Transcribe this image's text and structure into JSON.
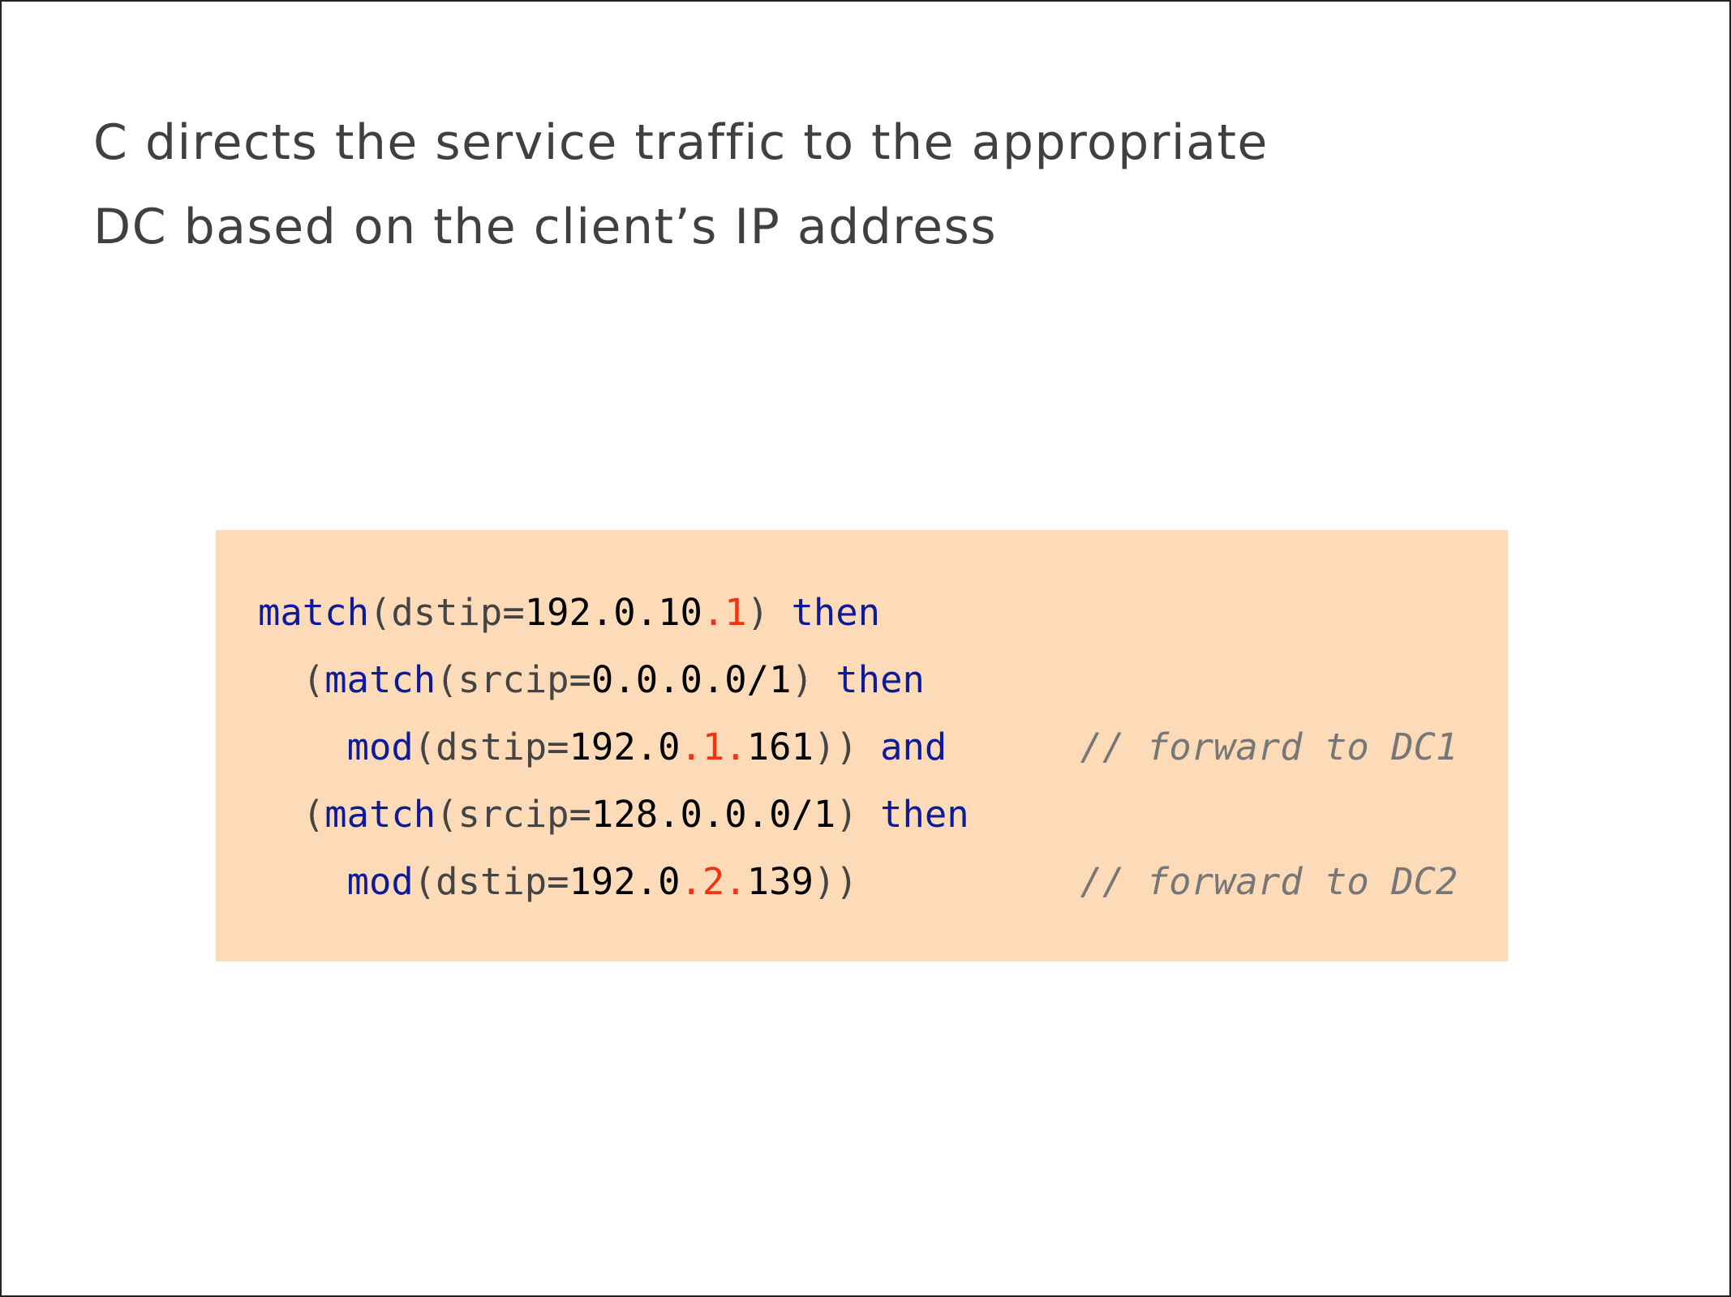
{
  "title": {
    "lines": [
      "C directs the service traffic to the appropriate",
      "DC based on the client’s IP address"
    ]
  },
  "code": {
    "colors": {
      "keyword": "#0d1a99",
      "number": "#000000",
      "highlight": "#f2330f",
      "plain": "#444444",
      "comment": "#777777",
      "background": "#fddbb8"
    },
    "lines": [
      [
        [
          "kw",
          "match"
        ],
        [
          "pn",
          "(dstip="
        ],
        [
          "num",
          "192.0.10"
        ],
        [
          "hl",
          ".1"
        ],
        [
          "pn",
          ")"
        ],
        [
          "pn",
          " "
        ],
        [
          "kw",
          "then"
        ]
      ],
      [
        [
          "pn",
          "  ("
        ],
        [
          "kw",
          "match"
        ],
        [
          "pn",
          "(srcip="
        ],
        [
          "num",
          "0.0.0.0/1"
        ],
        [
          "pn",
          ")"
        ],
        [
          "pn",
          " "
        ],
        [
          "kw",
          "then"
        ]
      ],
      [
        [
          "pn",
          "    "
        ],
        [
          "kw",
          "mod"
        ],
        [
          "pn",
          "(dstip="
        ],
        [
          "num",
          "192.0"
        ],
        [
          "hl",
          ".1."
        ],
        [
          "num",
          "161"
        ],
        [
          "pn",
          "))"
        ],
        [
          "pn",
          " "
        ],
        [
          "kw",
          "and"
        ],
        [
          "pn",
          "      "
        ],
        [
          "cm",
          "// forward to DC1"
        ]
      ],
      [
        [
          "pn",
          "  ("
        ],
        [
          "kw",
          "match"
        ],
        [
          "pn",
          "(srcip="
        ],
        [
          "num",
          "128.0.0.0/1"
        ],
        [
          "pn",
          ")"
        ],
        [
          "pn",
          " "
        ],
        [
          "kw",
          "then"
        ]
      ],
      [
        [
          "pn",
          "    "
        ],
        [
          "kw",
          "mod"
        ],
        [
          "pn",
          "(dstip="
        ],
        [
          "num",
          "192.0"
        ],
        [
          "hl",
          ".2."
        ],
        [
          "num",
          "139"
        ],
        [
          "pn",
          "))"
        ],
        [
          "pn",
          "          "
        ],
        [
          "cm",
          "// forward to DC2"
        ]
      ]
    ]
  }
}
